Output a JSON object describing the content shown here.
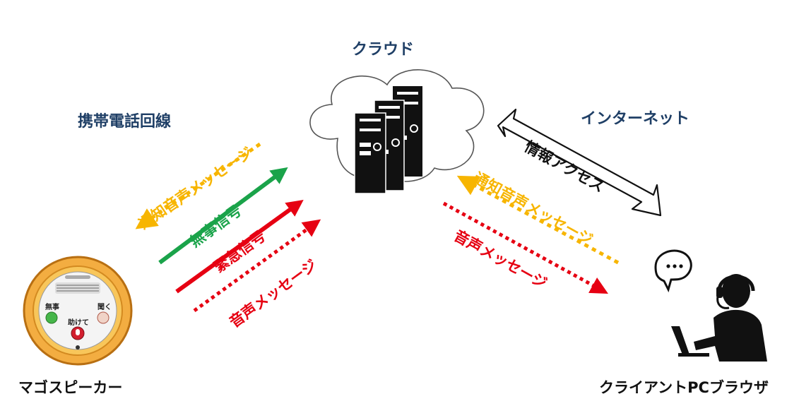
{
  "headings": {
    "cloud": "クラウド",
    "mobile_line": "携帯電話回線",
    "internet": "インターネット"
  },
  "captions": {
    "speaker": "マゴスピーカー",
    "client": "クライアントPCブラウザ"
  },
  "left_arrows": {
    "notify": "通知音声メッセージ",
    "safe": "無事信号",
    "emergency": "緊急信号",
    "voice": "音声メッセージ"
  },
  "right_arrows": {
    "info_access": "情報アクセス",
    "notify": "通知音声メッセージ",
    "voice": "音声メッセージ"
  },
  "speaker_buttons": {
    "safe": "無事",
    "listen": "聞く",
    "help": "助けて"
  },
  "colors": {
    "notify": "#f7b500",
    "safe": "#1aa34a",
    "emergency": "#e60012",
    "heading": "#1f3f66",
    "speaker_ring": "#e8a33a"
  }
}
